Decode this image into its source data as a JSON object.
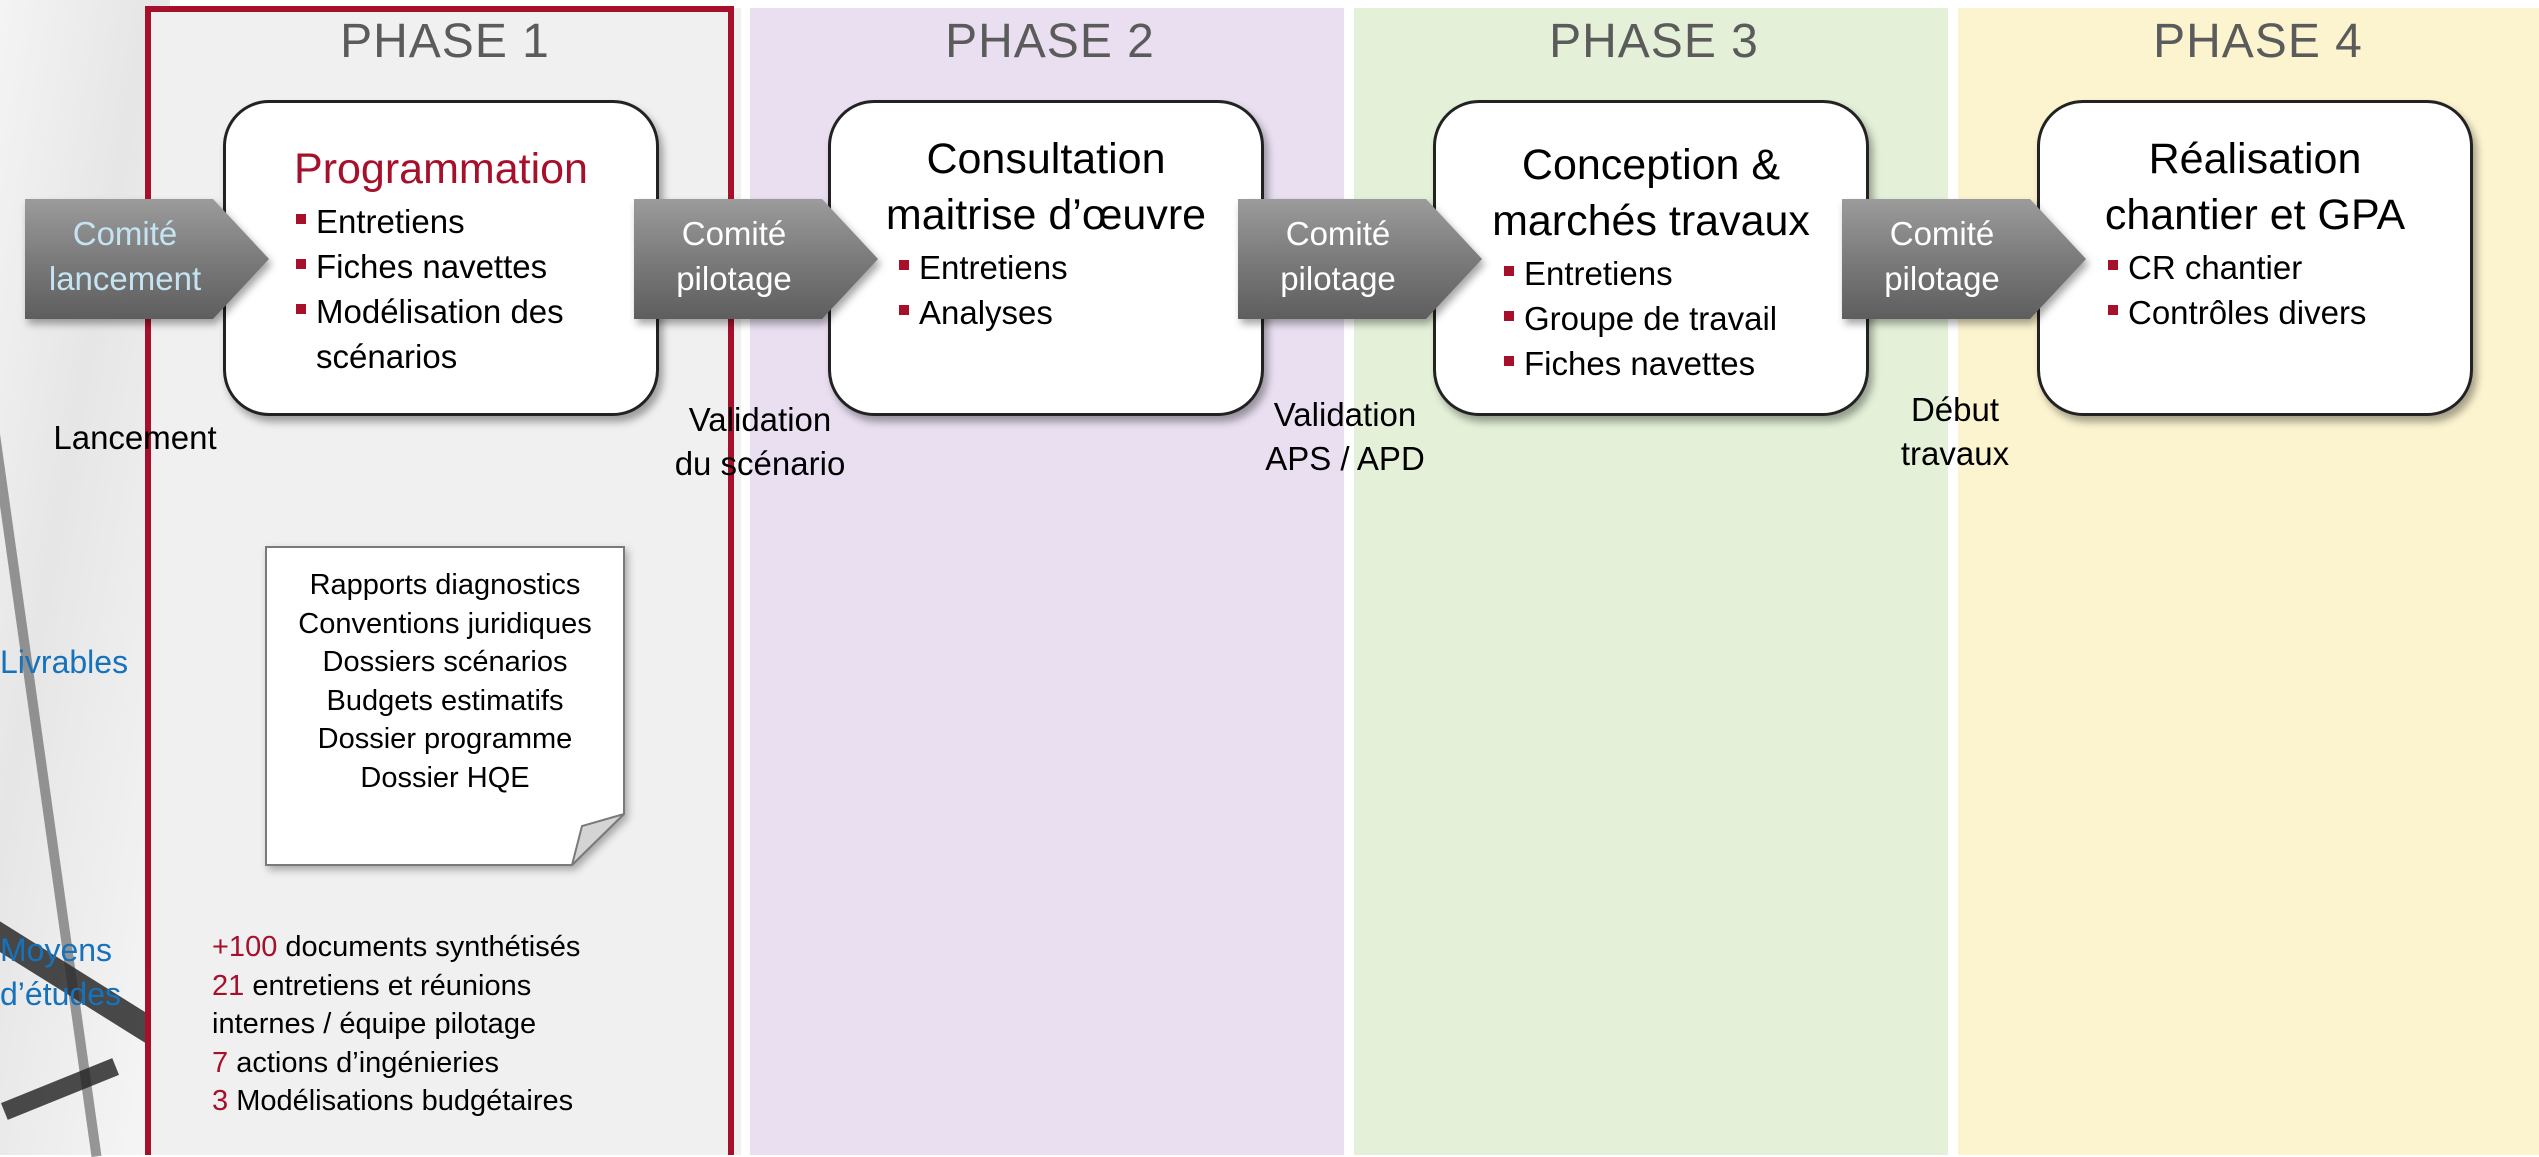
{
  "colors": {
    "accent_red": "#a6102b",
    "phase1_bg": "#f0f0f0",
    "phase2_bg": "#e9dff1",
    "phase3_bg": "#e4f1d8",
    "phase4_bg": "#fcf4cf",
    "side_label_blue": "#1672bb",
    "arrow_gray": "#7b7b7b"
  },
  "phases": [
    {
      "title": "PHASE 1",
      "card_title": "Programmation",
      "bullets": [
        "Entretiens",
        "Fiches navettes",
        "Modélisation des scénarios"
      ]
    },
    {
      "title": "PHASE 2",
      "card_title_lines": [
        "Consultation",
        "maitrise d’œuvre"
      ],
      "bullets": [
        "Entretiens",
        "Analyses"
      ]
    },
    {
      "title": "PHASE 3",
      "card_title_lines": [
        "Conception &",
        "marchés travaux"
      ],
      "bullets": [
        "Entretiens",
        "Groupe de travail",
        "Fiches navettes"
      ]
    },
    {
      "title": "PHASE 4",
      "card_title_lines": [
        "Réalisation",
        "chantier et GPA"
      ],
      "bullets": [
        "CR chantier",
        "Contrôles divers"
      ]
    }
  ],
  "arrows": [
    {
      "lines": [
        "Comité",
        "lancement"
      ]
    },
    {
      "lines": [
        "Comité",
        "pilotage"
      ]
    },
    {
      "lines": [
        "Comité",
        "pilotage"
      ]
    },
    {
      "lines": [
        "Comité",
        "pilotage"
      ]
    }
  ],
  "milestones": [
    {
      "lines": [
        "Lancement"
      ]
    },
    {
      "lines": [
        "Validation",
        "du scénario"
      ]
    },
    {
      "lines": [
        "Validation",
        "APS / APD"
      ]
    },
    {
      "lines": [
        "Début",
        "travaux"
      ]
    }
  ],
  "side_labels": {
    "livrables": "Livrables",
    "moyens": [
      "Moyens",
      "d’études"
    ]
  },
  "livrables": [
    "Rapports diagnostics",
    "Conventions juridiques",
    "Dossiers scénarios",
    "Budgets estimatifs",
    "Dossier programme",
    "Dossier HQE"
  ],
  "moyens": [
    {
      "num": "+100",
      "text": " documents synthétisés"
    },
    {
      "num": "21",
      "text": " entretiens et réunions"
    },
    {
      "num": "",
      "text": "internes / équipe pilotage"
    },
    {
      "num": "7",
      "text": " actions d’ingénieries"
    },
    {
      "num": "3",
      "text": " Modélisations budgétaires"
    }
  ]
}
